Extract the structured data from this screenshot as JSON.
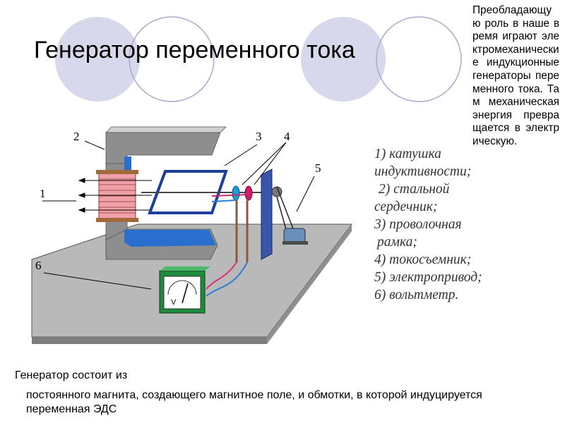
{
  "title": "Генератор переменного тока",
  "side_text": "Преобладающую роль в наше время играют электромеханические индукционные генераторы переменного тока. Там механическая энергия превращается в электрическую.",
  "diagram": {
    "callouts": [
      "1",
      "2",
      "3",
      "4",
      "5",
      "6"
    ],
    "meter_symbol": "V"
  },
  "legend": [
    "1) катушка",
    "индуктивности;",
    "2) стальной",
    "сердечник;",
    "3) проволочная",
    "рамка;",
    "4) токосъемник;",
    "5) электропривод;",
    "6) вольтметр."
  ],
  "bottom": {
    "line1": "Генератор состоит из",
    "line2": "постоянного магнита, создающего магнитное поле, и обмотки, в которой индуцируется переменная ЭДС"
  },
  "colors": {
    "circle_fill": "#d8d8ec",
    "circle_stroke": "#a9a9cf",
    "magnet_gray": "#8a8a8a",
    "magnet_blue": "#2a6fcf",
    "coil_pink": "#f0a0a8",
    "base_gray": "#b8b8b8",
    "meter_green": "#1e8a3c"
  }
}
